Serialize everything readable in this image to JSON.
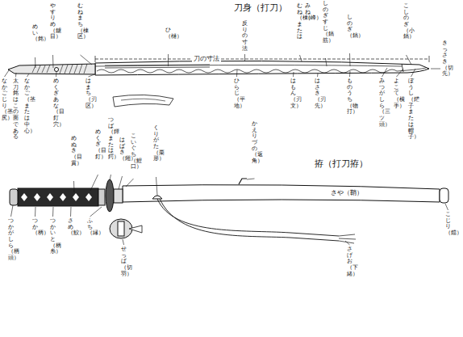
{
  "diagram": {
    "labels": [
      "刀身（打刀）",
      "刀の寸法",
      "めい（銘）",
      "やすりめ（鑢目）",
      "むねまち（棟区）",
      "ひ（樋）",
      "反りの寸法",
      "むね（棟）または",
      "みね（峰）",
      "しのぎすじ（鎬筋）",
      "しのぎ（鎬）",
      "こしのぎ（小鎬）",
      "きっさき（切先）",
      "なかごじり（茎尻）",
      "太刀銘はこの面である",
      "なかご（茎または中心）",
      "めくぎあな（目釘穴）",
      "はまち（刃区）",
      "ひらじ（平地）",
      "はもん（刃文）",
      "はさき（刃先）",
      "ものうち（物打）",
      "みつがしら（三ツ頭）",
      "よこて（横手）",
      "ぼうし（鋩子または帽子）",
      "拵（打刀拵）",
      "めぬき（目貫）",
      "めくぎ（目釘）",
      "つば（鐔または鍔）",
      "はばき（鎺）",
      "こいぐち（鯉口）",
      "くりがた（栗形）",
      "かえりづの（返角）",
      "さや（鞘）",
      "こじり（鐺）",
      "つかがしら（柄頭）",
      "つか（柄）",
      "つかいと（柄糸）",
      "さめ（鮫）",
      "ふち（縁）",
      "せっぱ（切羽）",
      "さげお（下緒）"
    ]
  }
}
